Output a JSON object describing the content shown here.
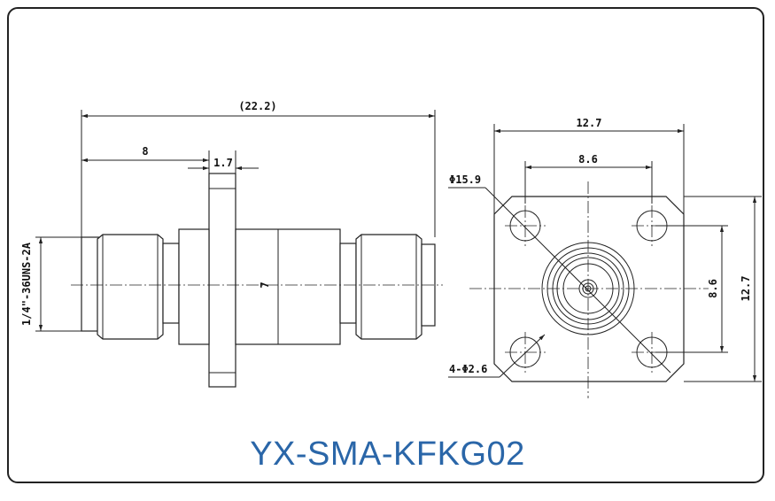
{
  "title": "YX-SMA-KFKG02",
  "side_view": {
    "overall_length": "(22.2)",
    "left_length": "8",
    "flange_thickness": "1.7",
    "thread": "1/4\"-36UNS-2A",
    "center_label": "7"
  },
  "front_view": {
    "flange_width": "12.7",
    "hole_spacing_h": "8.6",
    "hole_spacing_v": "8.6",
    "flange_height": "12.7",
    "diagonal": "Φ15.9",
    "holes": "4-Φ2.6"
  },
  "colors": {
    "title": "#2a66a8",
    "line": "#222222"
  }
}
